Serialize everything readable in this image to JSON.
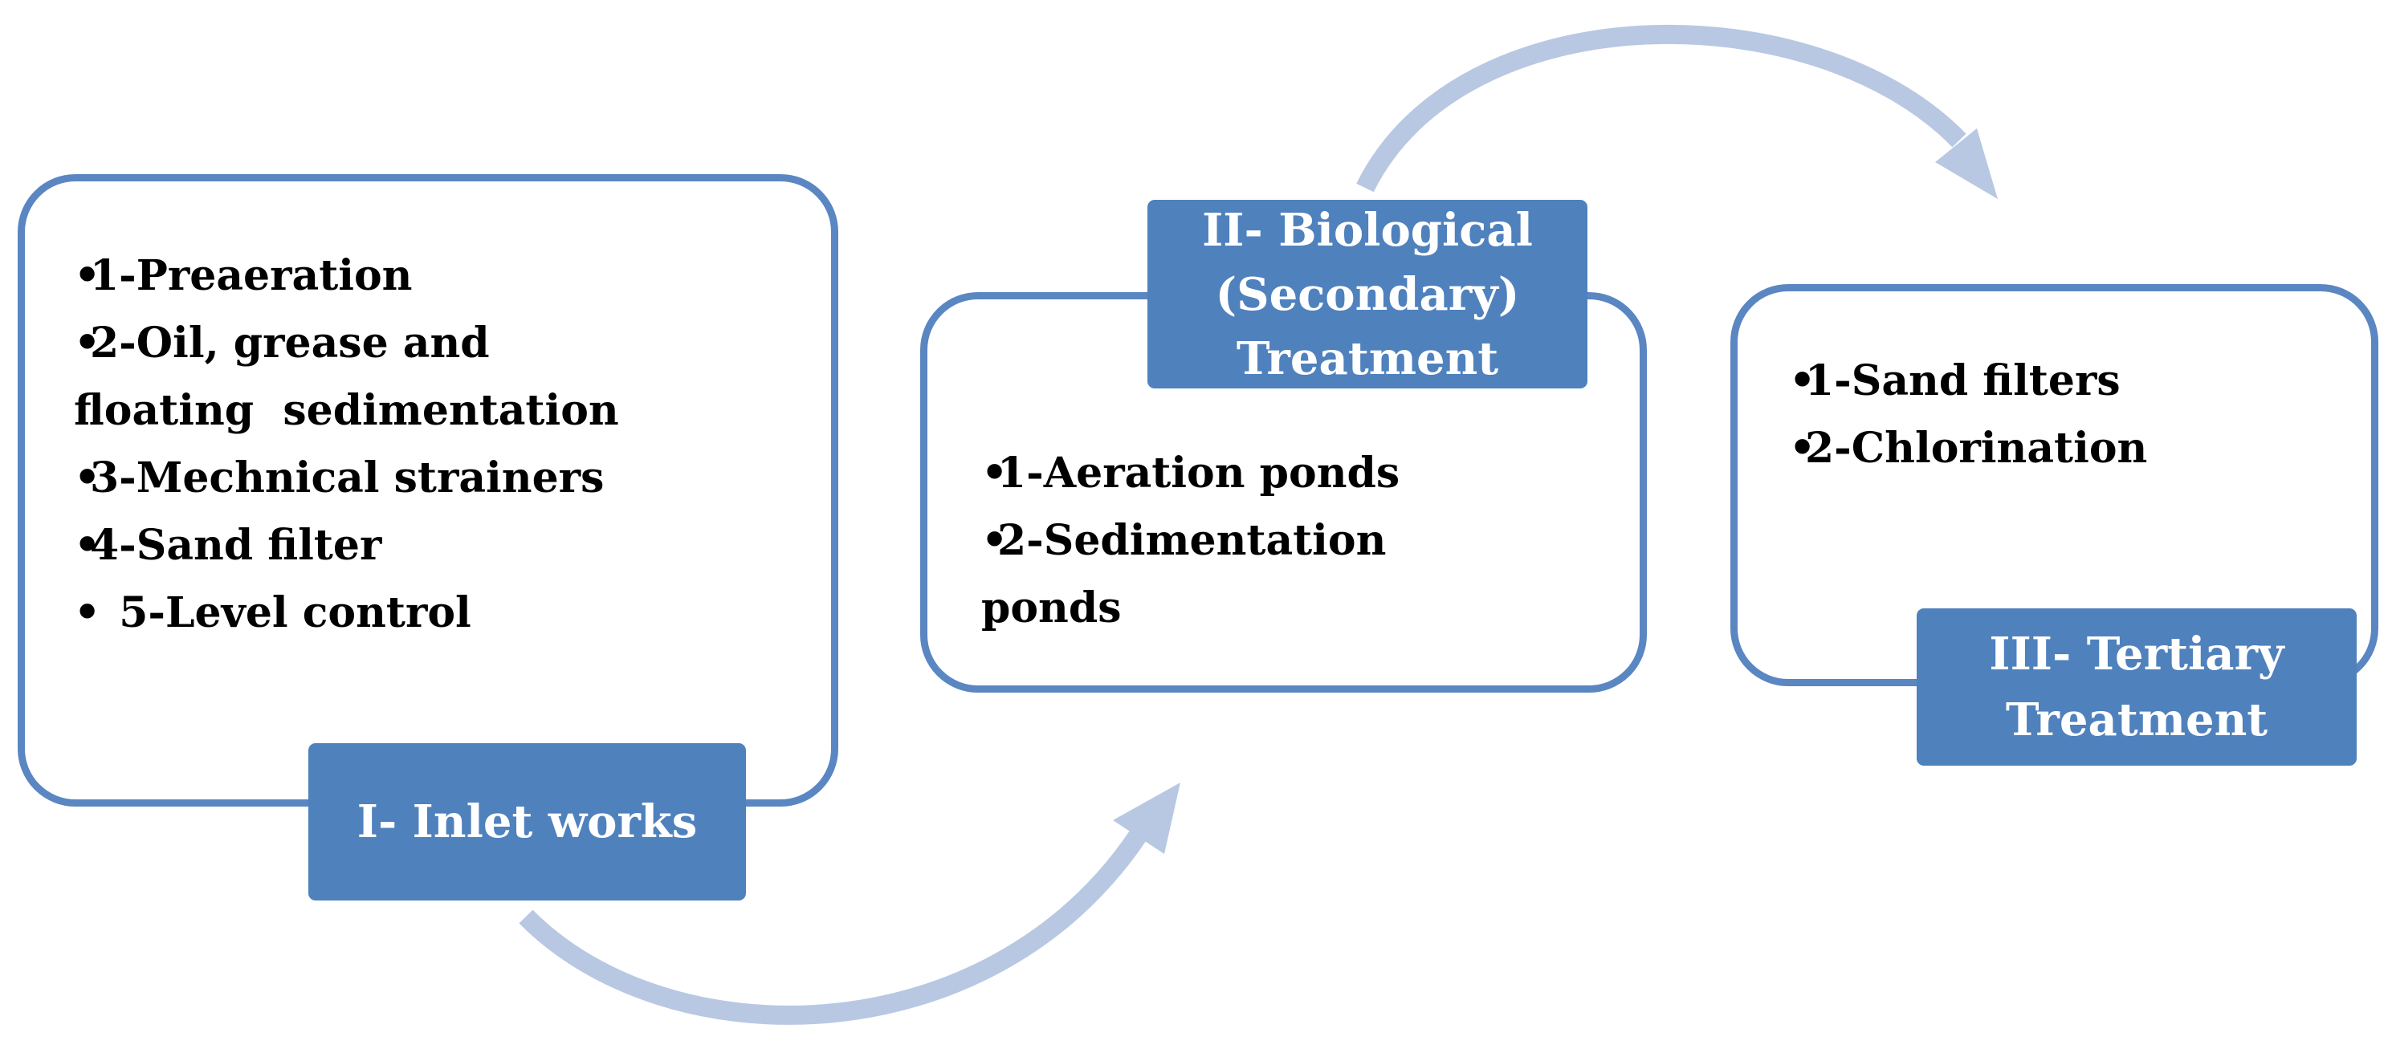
{
  "colors": {
    "box_border": "#5a86c2",
    "title_fill": "#4f81bd",
    "title_text": "#ffffff",
    "arrow": "#b8c8e3"
  },
  "stages": [
    {
      "title": "I- Inlet works",
      "items": [
        "1-Preaeration",
        "2-Oil, grease and\nfloating  sedimentation",
        "3-Mechnical strainers",
        "4-Sand filter",
        "  5-Level control"
      ]
    },
    {
      "title": "II- Biological\n(Secondary)\nTreatment",
      "items": [
        "1-Aeration ponds",
        "2-Sedimentation\nponds"
      ]
    },
    {
      "title": "III- Tertiary\nTreatment",
      "items": [
        "1-Sand filters",
        "2-Chlorination"
      ]
    }
  ]
}
